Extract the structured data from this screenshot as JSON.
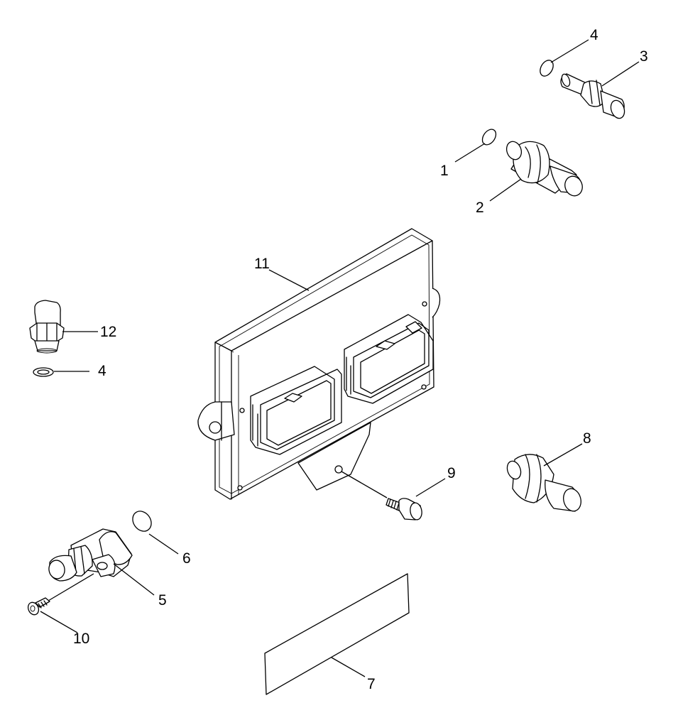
{
  "diagram": {
    "callouts": [
      {
        "id": "c1",
        "label": "1"
      },
      {
        "id": "c2",
        "label": "2"
      },
      {
        "id": "c3",
        "label": "3"
      },
      {
        "id": "c4a",
        "label": "4"
      },
      {
        "id": "c4b",
        "label": "4"
      },
      {
        "id": "c5",
        "label": "5"
      },
      {
        "id": "c6",
        "label": "6"
      },
      {
        "id": "c7",
        "label": "7"
      },
      {
        "id": "c8",
        "label": "8"
      },
      {
        "id": "c9",
        "label": "9"
      },
      {
        "id": "c10",
        "label": "10"
      },
      {
        "id": "c11",
        "label": "11"
      },
      {
        "id": "c12",
        "label": "12"
      }
    ]
  }
}
